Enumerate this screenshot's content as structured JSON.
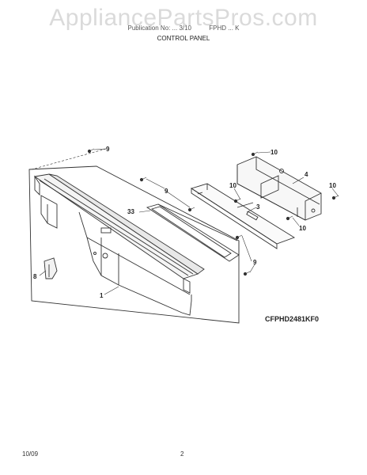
{
  "watermark": {
    "text": "AppliancePartsPros.com"
  },
  "header": {
    "publication_text": "Publication No:  ... 3/10",
    "model_text": "FPHD ... K",
    "section_title": "CONTROL PANEL"
  },
  "diagram": {
    "model_code": "CFPHD2481KF0",
    "callouts": [
      {
        "id": "9a",
        "label": "9"
      },
      {
        "id": "10a",
        "label": "10"
      },
      {
        "id": "4",
        "label": "4"
      },
      {
        "id": "9b",
        "label": "9"
      },
      {
        "id": "10b",
        "label": "10"
      },
      {
        "id": "10c",
        "label": "10"
      },
      {
        "id": "33",
        "label": "33"
      },
      {
        "id": "3",
        "label": "3"
      },
      {
        "id": "10d",
        "label": "10"
      },
      {
        "id": "9c",
        "label": "9"
      },
      {
        "id": "8",
        "label": "8"
      },
      {
        "id": "1",
        "label": "1"
      }
    ]
  },
  "footer": {
    "date": "10/09",
    "page": "2"
  }
}
